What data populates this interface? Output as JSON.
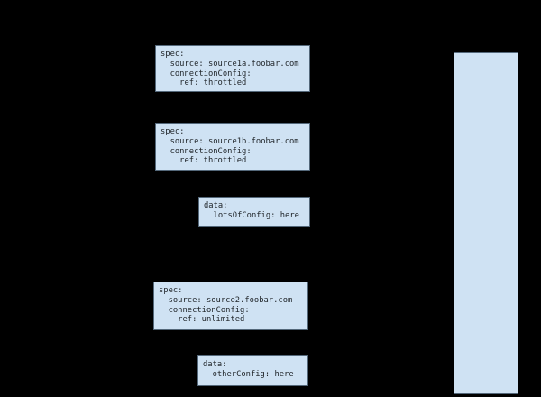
{
  "colors": {
    "background": "#000000",
    "box_fill": "#cfe2f3",
    "box_border": "#54687a",
    "text_color": "#1e2327"
  },
  "boxes": [
    {
      "id": "spec-source1a",
      "text": "spec:\n  source: source1a.foobar.com\n  connectionConfig:\n    ref: throttled"
    },
    {
      "id": "spec-source1b",
      "text": "spec:\n  source: source1b.foobar.com\n  connectionConfig:\n    ref: throttled"
    },
    {
      "id": "data-lotsofconfig",
      "text": "data:\n  lotsOfConfig: here"
    },
    {
      "id": "spec-source2",
      "text": "spec:\n  source: source2.foobar.com\n  connectionConfig:\n    ref: unlimited"
    },
    {
      "id": "data-otherconfig",
      "text": "data:\n  otherConfig: here"
    },
    {
      "id": "empty-panel",
      "text": ""
    }
  ]
}
